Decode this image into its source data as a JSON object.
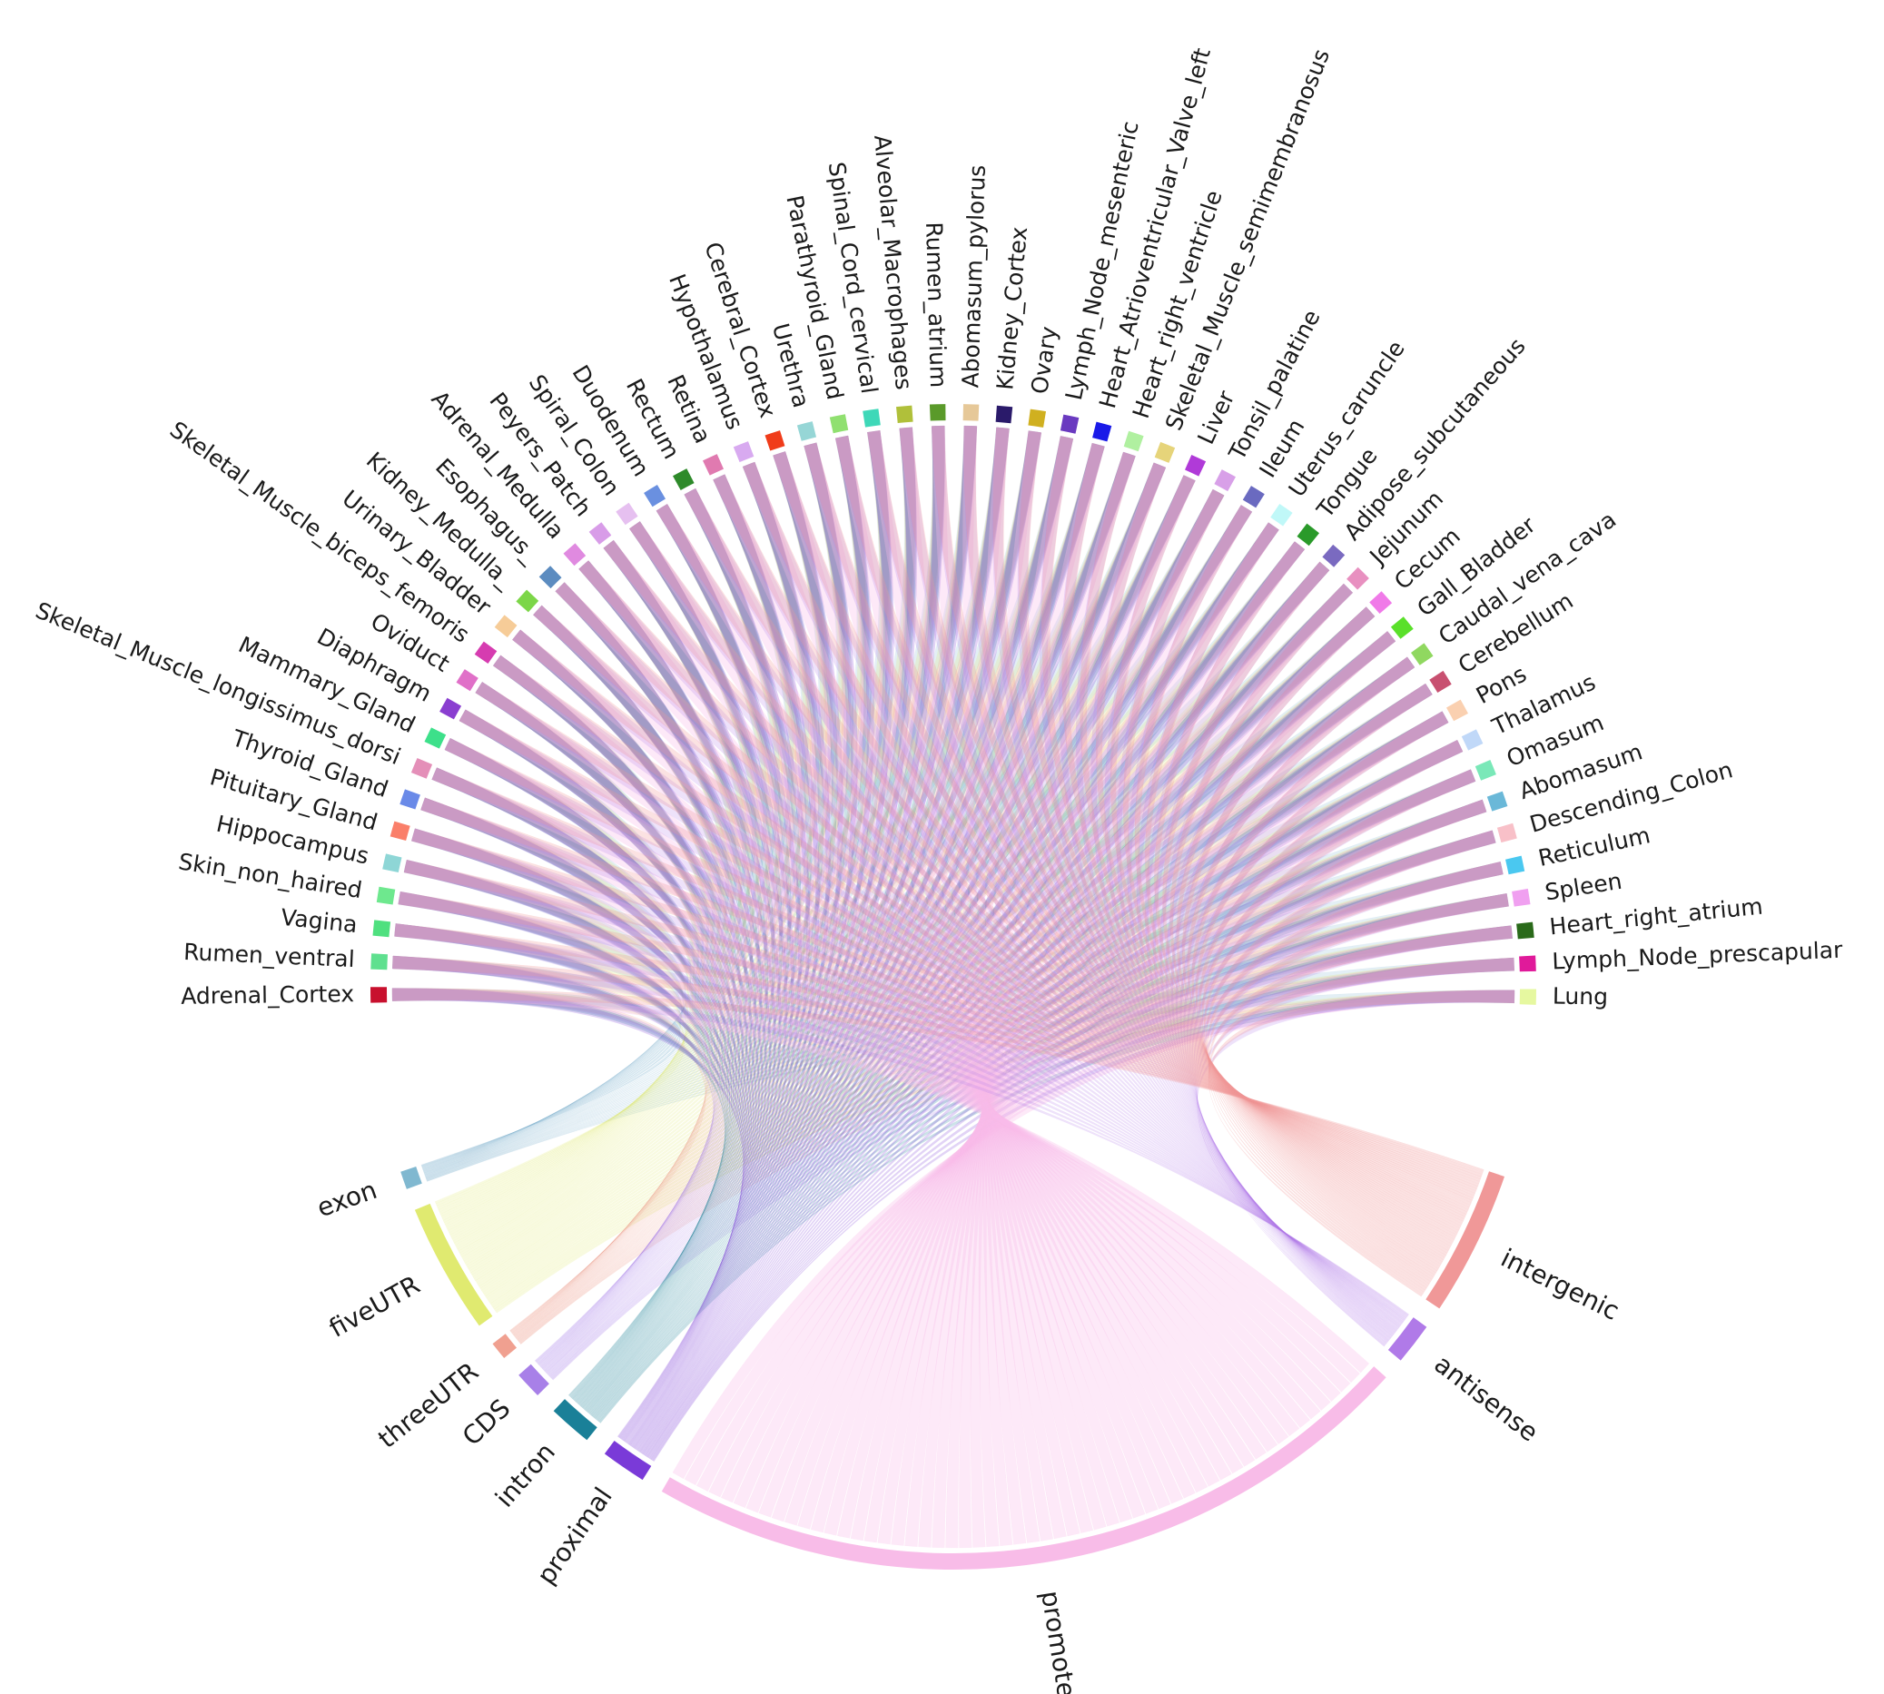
{
  "chart_data": {
    "type": "chord",
    "tissues": [
      {
        "name": "Adrenal_Cortex",
        "color": "#c8102e"
      },
      {
        "name": "Rumen_ventral",
        "color": "#5fe08f"
      },
      {
        "name": "Vagina",
        "color": "#4fe07f"
      },
      {
        "name": "Skin_non_haired",
        "color": "#6ee88e"
      },
      {
        "name": "Hippocampus",
        "color": "#8ed6d6"
      },
      {
        "name": "Pituitary_Gland",
        "color": "#fa7f6a"
      },
      {
        "name": "Thyroid_Gland",
        "color": "#6a8ae8"
      },
      {
        "name": "Skeletal_Muscle_longissimus_dorsi",
        "color": "#e48fb8"
      },
      {
        "name": "Mammary_Gland",
        "color": "#3de08a"
      },
      {
        "name": "Diaphragm",
        "color": "#8a3ed0"
      },
      {
        "name": "Oviduct",
        "color": "#e070c8"
      },
      {
        "name": "Skeletal_Muscle_biceps_femoris",
        "color": "#d63cb0"
      },
      {
        "name": "Urinary_Bladder",
        "color": "#f6cc98"
      },
      {
        "name": "Kidney_Medulla_",
        "color": "#7cd648"
      },
      {
        "name": "Esophagus_",
        "color": "#5c8cc0"
      },
      {
        "name": "Adrenal_Medulla",
        "color": "#e08ae0"
      },
      {
        "name": "Peyers_Patch",
        "color": "#d89ce8"
      },
      {
        "name": "Spiral_Colon",
        "color": "#e6c0f0"
      },
      {
        "name": "Duodenum",
        "color": "#6a90e0"
      },
      {
        "name": "Rectum",
        "color": "#2e8a2a"
      },
      {
        "name": "Retina",
        "color": "#e07ab0"
      },
      {
        "name": "Hypothalamus",
        "color": "#d8aaf0"
      },
      {
        "name": "Cerebral_Cortex",
        "color": "#f03c1a"
      },
      {
        "name": "Urethra",
        "color": "#96d6d6"
      },
      {
        "name": "Parathyroid_Gland",
        "color": "#90e070"
      },
      {
        "name": "Spinal_Cord_cervical",
        "color": "#3ed8b8"
      },
      {
        "name": "Alveolar_Macrophages",
        "color": "#b0c03a"
      },
      {
        "name": "Rumen_atrium",
        "color": "#5a9a2a"
      },
      {
        "name": "Abomasum_pylorus",
        "color": "#e6c898"
      },
      {
        "name": "Kidney_Cortex",
        "color": "#2a1a6a"
      },
      {
        "name": "Ovary",
        "color": "#d0b020"
      },
      {
        "name": "Lymph_Node_mesenteric",
        "color": "#6a3ac0"
      },
      {
        "name": "Heart_Atrioventricular_Valve_left",
        "color": "#1a1ae8"
      },
      {
        "name": "Heart_right_ventricle",
        "color": "#b0f0a0"
      },
      {
        "name": "Skeletal_Muscle_semimembranosus",
        "color": "#e6d47a"
      },
      {
        "name": "Liver",
        "color": "#b03ad8"
      },
      {
        "name": "Tonsil_palatine",
        "color": "#d8a0e8"
      },
      {
        "name": "Ileum",
        "color": "#6a6ac0"
      },
      {
        "name": "Uterus_caruncle",
        "color": "#c0f8f8"
      },
      {
        "name": "Tongue",
        "color": "#2a9a2a"
      },
      {
        "name": "Adipose_subcutaneous",
        "color": "#7a6ac0"
      },
      {
        "name": "Jejunum",
        "color": "#e890c0"
      },
      {
        "name": "Cecum",
        "color": "#f07ae8"
      },
      {
        "name": "Gall_Bladder",
        "color": "#5ae02a"
      },
      {
        "name": "Caudal_vena_cava",
        "color": "#90d860"
      },
      {
        "name": "Cerebellum",
        "color": "#c85070"
      },
      {
        "name": "Pons",
        "color": "#fad0b0"
      },
      {
        "name": "Thalamus",
        "color": "#c0d8f8"
      },
      {
        "name": "Omasum",
        "color": "#7ae8b8"
      },
      {
        "name": "Abomasum",
        "color": "#6ab8d8"
      },
      {
        "name": "Descending_Colon",
        "color": "#f8c0c8"
      },
      {
        "name": "Reticulum",
        "color": "#4ac8f0"
      },
      {
        "name": "Spleen",
        "color": "#f0a0f0"
      },
      {
        "name": "Heart_right_atrium",
        "color": "#2a6a1a"
      },
      {
        "name": "Lymph_Node_prescapular",
        "color": "#e01a9a"
      },
      {
        "name": "Lung",
        "color": "#e6f8a0"
      }
    ],
    "regions": [
      {
        "name": "exon",
        "color": "#80b8d0",
        "value": 1
      },
      {
        "name": "fiveUTR",
        "color": "#e0ea70",
        "value": 7.2
      },
      {
        "name": "threeUTR",
        "color": "#f0a090",
        "value": 1
      },
      {
        "name": "CDS",
        "color": "#a880e8",
        "value": 1.5
      },
      {
        "name": "intron",
        "color": "#1a8098",
        "value": 2.4
      },
      {
        "name": "proximal",
        "color": "#7a3ad8",
        "value": 2.5
      },
      {
        "name": "promoter",
        "color": "#f8bce8",
        "value": 43
      },
      {
        "name": "antisense",
        "color": "#b07ae8",
        "value": 2.3
      },
      {
        "name": "intergenic",
        "color": "#f09898",
        "value": 8
      }
    ]
  }
}
